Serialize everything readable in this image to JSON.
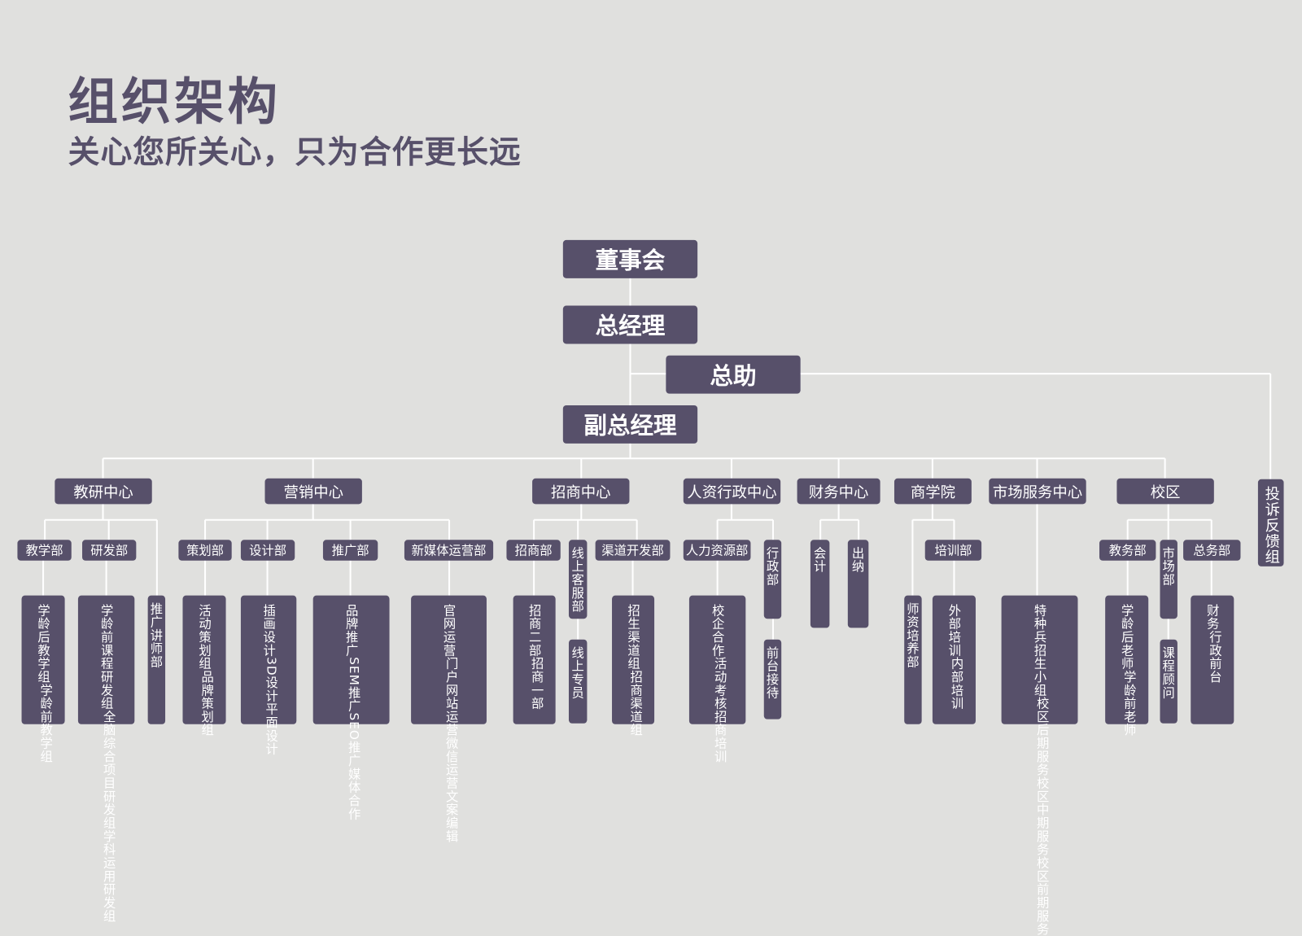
{
  "header": {
    "title": "组织架构",
    "subtitle": "关心您所关心，只为合作更长远"
  },
  "colors": {
    "background": "#e0e0de",
    "box": "#57506a",
    "text": "#ffffff",
    "line": "#ffffff"
  },
  "top": {
    "board": "董事会",
    "gm": "总经理",
    "assistant": "总助",
    "vgm": "副总经理",
    "complaints": "投诉反馈组"
  },
  "centers": {
    "research": "教研中心",
    "marketing": "营销中心",
    "investment": "招商中心",
    "hr_admin": "人资行政中心",
    "finance": "财务中心",
    "business_school": "商学院",
    "market_service": "市场服务中心",
    "campus": "校区"
  },
  "departments": {
    "teaching": "教学部",
    "rnd": "研发部",
    "promo_lecturer": "推广讲师部",
    "planning": "策划部",
    "design": "设计部",
    "promotion": "推广部",
    "new_media": "新媒体运营部",
    "investment_dept": "招商部",
    "online_cs": "线上客服部",
    "channel_dev": "渠道开发部",
    "hr": "人力资源部",
    "admin": "行政部",
    "accounting": "会计",
    "cashier": "出纳",
    "teacher_training": "师资培养部",
    "training": "培训部",
    "academic": "教务部",
    "market_dept": "市场部",
    "general_affairs": "总务部"
  },
  "leaves": {
    "teaching": [
      "学龄后教学组",
      "学龄前教学组"
    ],
    "rnd": [
      "学龄前课程研发组",
      "全脑综合项目研发组",
      "学科运用研发组"
    ],
    "planning": [
      "活动策划组",
      "品牌策划组"
    ],
    "design": [
      "插画设计",
      "3D设计",
      "平面设计"
    ],
    "promotion": [
      "品牌推广",
      "SEM推广",
      "SEO推广",
      "媒体合作"
    ],
    "new_media": [
      "官网运营",
      "门户网站运营",
      "微信运营",
      "文案编辑"
    ],
    "investment_dept": [
      "招商二部",
      "招商一部"
    ],
    "online_staff": "线上专员",
    "channel_dev": [
      "招生渠道组",
      "招商渠道组"
    ],
    "hr": [
      "校企合作",
      "活动考核",
      "招商培训"
    ],
    "reception": "前台接待",
    "training": [
      "外部培训",
      "内部培训"
    ],
    "market_service": [
      "特种兵招生小组",
      "校区后期服务",
      "校区中期服务",
      "校区前期服务"
    ],
    "academic": [
      "学龄后老师",
      "学龄前老师"
    ],
    "consultant": "课程顾问",
    "general_affairs": [
      "财务",
      "行政前台"
    ]
  }
}
